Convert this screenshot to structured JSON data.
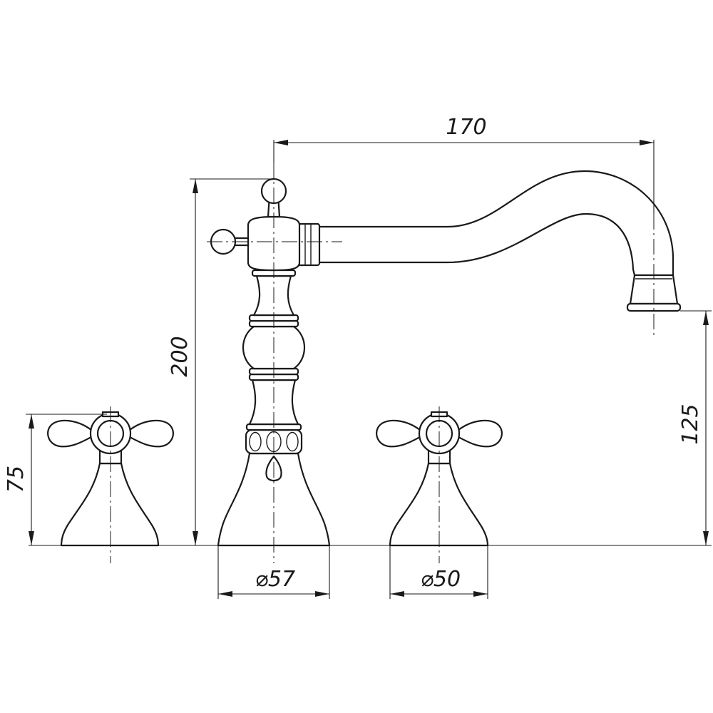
{
  "dimensions": {
    "spout_reach": "170",
    "total_height": "200",
    "spout_height": "125",
    "handle_height": "75",
    "spout_base_diameter": "⌀57",
    "handle_base_diameter": "⌀50"
  }
}
